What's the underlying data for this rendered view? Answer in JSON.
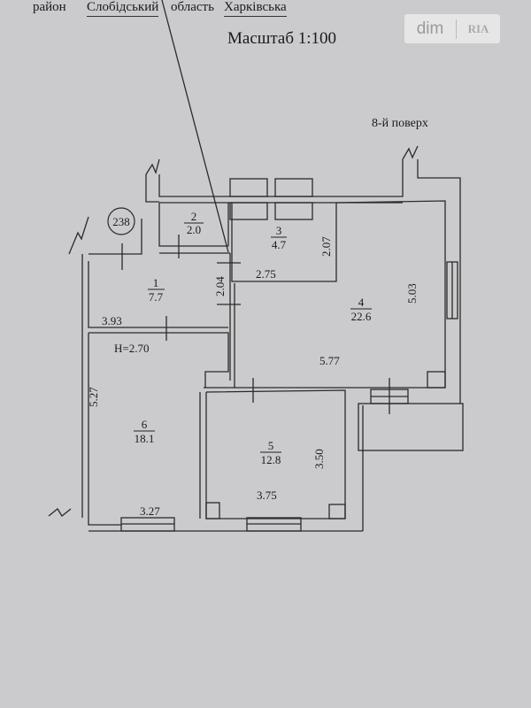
{
  "header": {
    "district_label": "район",
    "district": "Слобідський",
    "region_label": "область",
    "region": "Харківська"
  },
  "scale": "Масштаб 1:100",
  "floor": "8-й поверх",
  "watermark": {
    "left": "dim",
    "right": "RIA"
  },
  "plan": {
    "apartment_number": "238",
    "ceiling_height": "H=2.70",
    "rooms": [
      {
        "number": "1",
        "area": "7.7"
      },
      {
        "number": "2",
        "area": "2.0"
      },
      {
        "number": "3",
        "area": "4.7"
      },
      {
        "number": "4",
        "area": "22.6"
      },
      {
        "number": "5",
        "area": "12.8"
      },
      {
        "number": "6",
        "area": "18.1"
      }
    ],
    "dimensions": [
      "3.93",
      "2.04",
      "2.75",
      "2.07",
      "5.03",
      "5.77",
      "5.27",
      "3.27",
      "3.50",
      "3.75"
    ]
  }
}
